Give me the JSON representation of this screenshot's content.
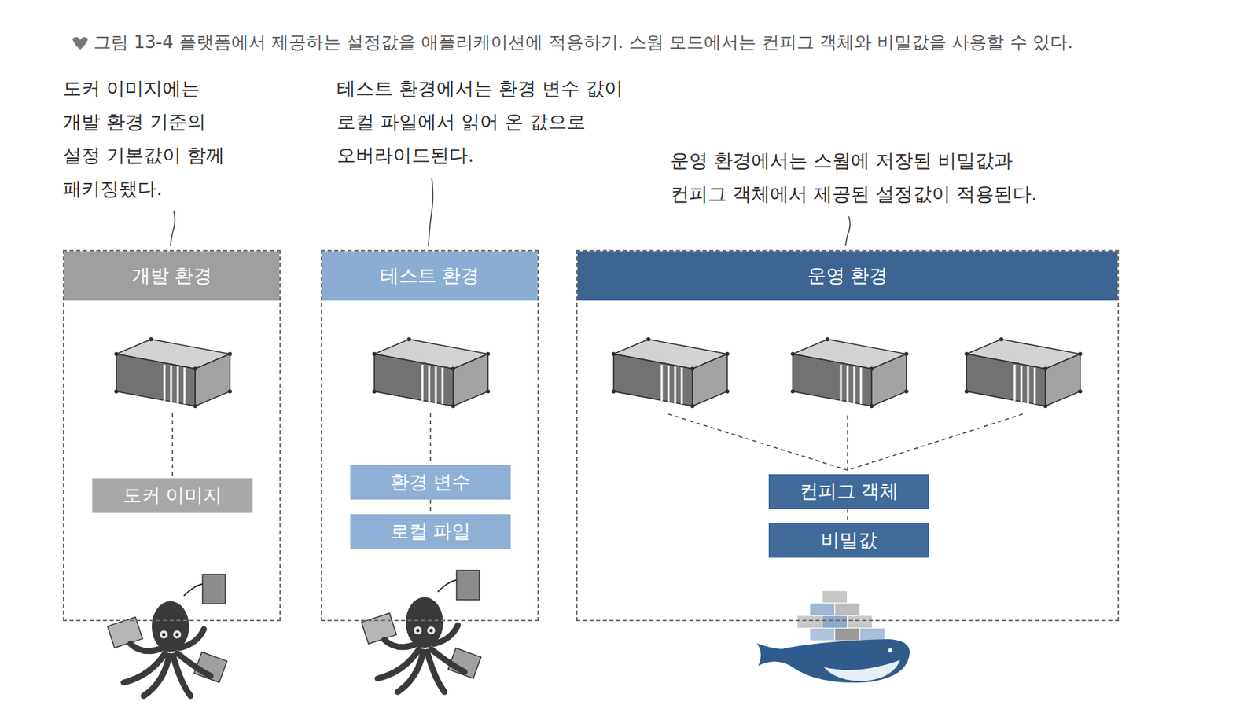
{
  "diagram": {
    "title": "그림 13-4 플랫폼에서 제공하는 설정값을 애플리케이션에 적용하기. 스웜 모드에서는 컨피그 객체와 비밀값을 사용할 수 있다.",
    "nodes": [
      {
        "text": [
          "개발 환경"
        ]
      },
      {
        "text": [
          "도커 이미지"
        ],
        "in": 0
      },
      {
        "text": [
          "테스트 환경"
        ]
      },
      {
        "text": [
          "환경 변수"
        ],
        "in": 2
      },
      {
        "text": [
          "로컬 파일"
        ],
        "in": 2
      },
      {
        "text": [
          "운영 환경"
        ]
      },
      {
        "text": [
          "컨피그 객체"
        ],
        "in": 5
      },
      {
        "text": [
          "비밀값"
        ],
        "in": 5
      }
    ],
    "labels": [
      "도커 이미지에는 개발 환경 기준의 설정 기본값이 함께 패키징됐다.",
      "테스트 환경에서는 환경 변수 값이 로컬 파일에서 읽어 온 값으로 오버라이드된다.",
      "운영 환경에서는 스웜에 저장된 비밀값과 컨피그 객체에서 제공된 설정값이 적용된다."
    ]
  }
}
